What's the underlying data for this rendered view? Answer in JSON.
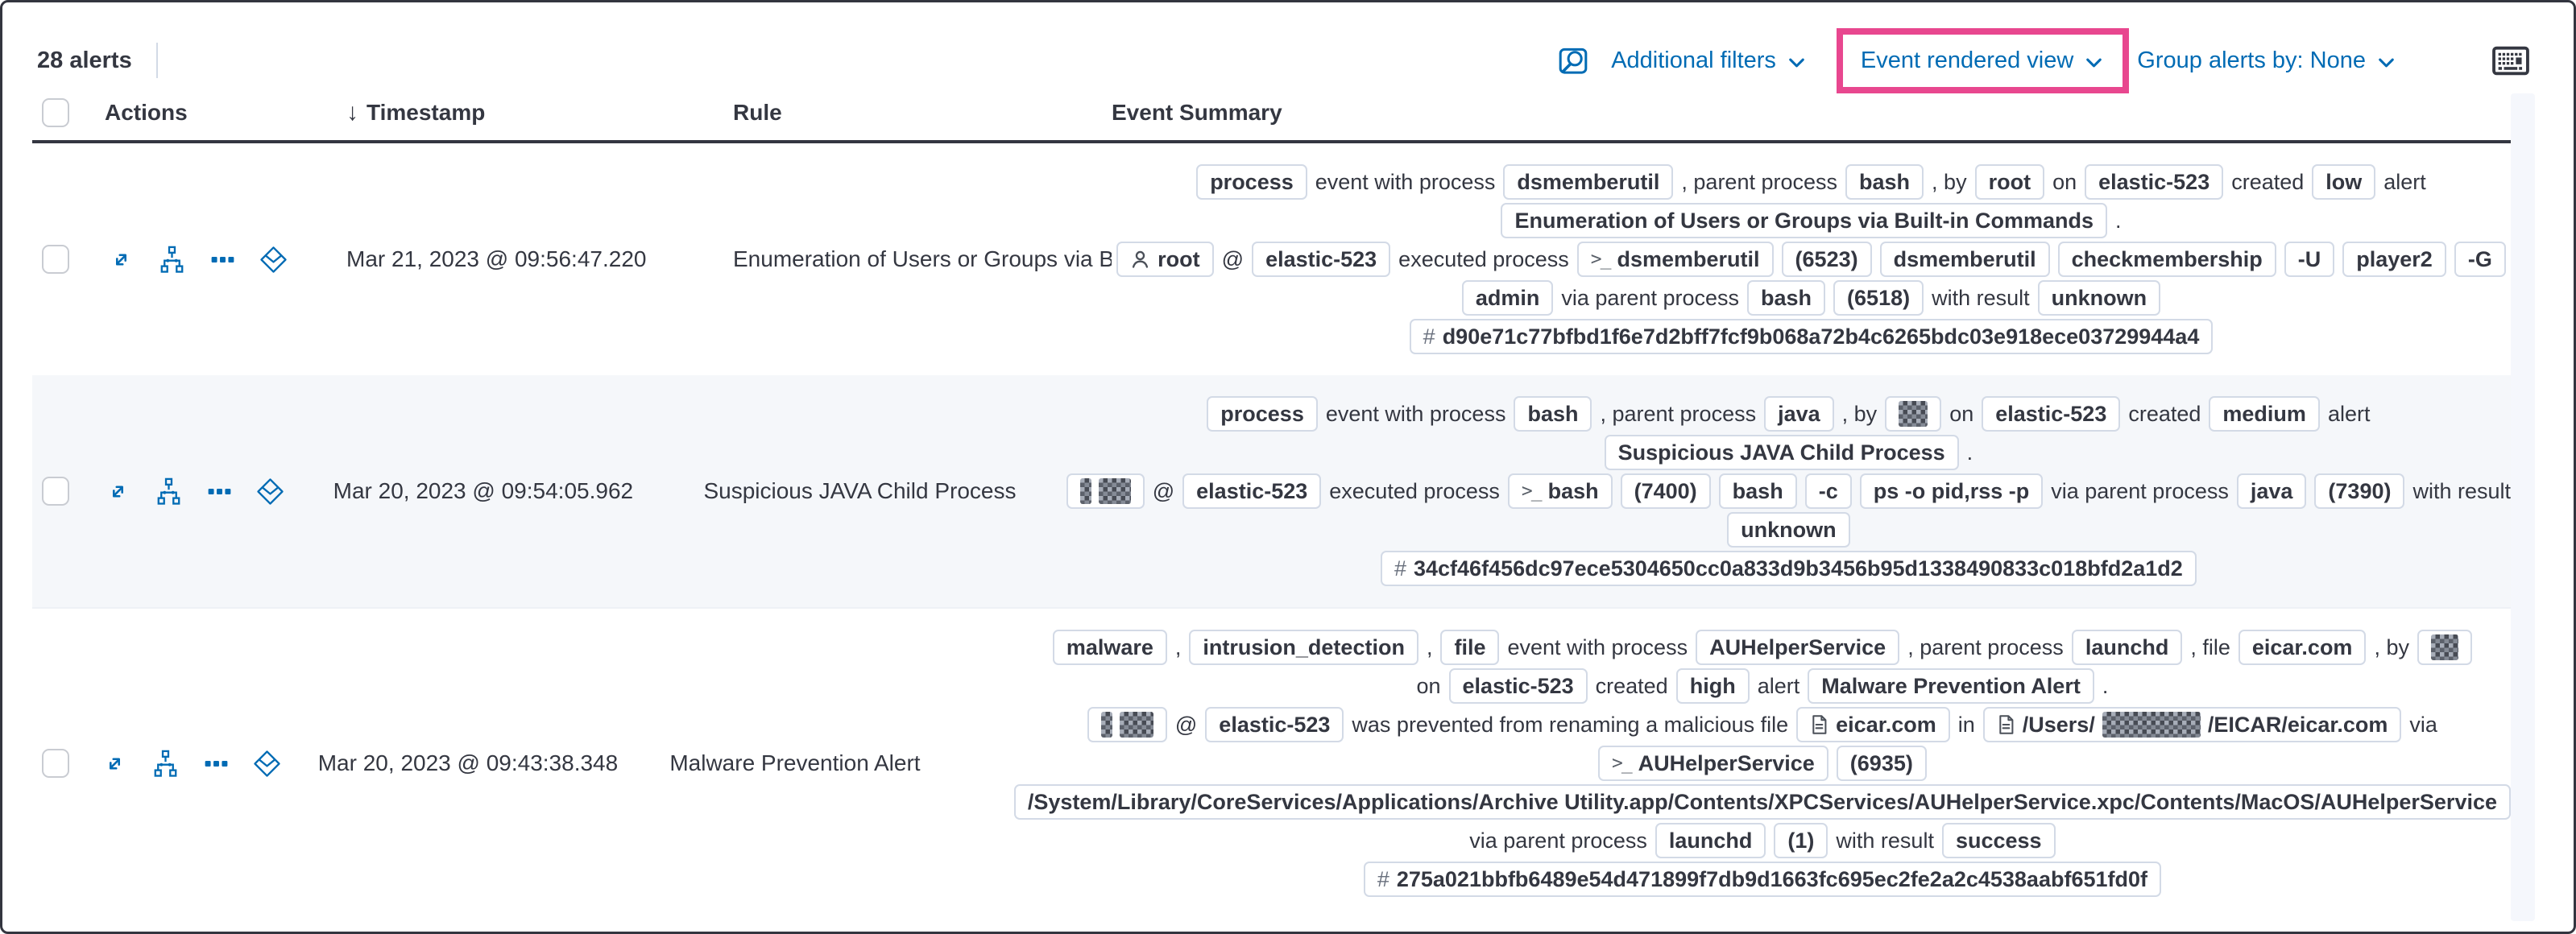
{
  "colors": {
    "accent_blue": "#006bb4",
    "highlight_pink": "#e8478f",
    "badge_border": "#d3dae6",
    "stripe_bg": "#f5f7fa",
    "text": "#343741"
  },
  "toolbar": {
    "alerts_count": "28 alerts",
    "inspect_icon": "inspect-icon",
    "additional_filters_label": "Additional filters",
    "view_selector_label": "Event rendered view",
    "group_by_label": "Group alerts by: None",
    "keyboard_icon": "keyboard-icon"
  },
  "header": {
    "actions_label": "Actions",
    "timestamp_label": "Timestamp",
    "rule_label": "Rule",
    "summary_label": "Event Summary",
    "sort_icon": "sort-down-icon"
  },
  "row_action_icons": [
    "expand-icon",
    "analyze-event-icon",
    "more-actions-icon",
    "session-view-icon"
  ],
  "rows": [
    {
      "timestamp": "Mar 21, 2023 @ 09:56:47.220",
      "rule": "Enumeration of Users or Groups via Bui",
      "striped": false,
      "lines": [
        [
          {
            "k": "b",
            "v": "process"
          },
          {
            "k": "t",
            "v": "event with process"
          },
          {
            "k": "b",
            "v": "dsmemberutil"
          },
          {
            "k": "t",
            "v": ", parent process"
          },
          {
            "k": "b",
            "v": "bash"
          },
          {
            "k": "t",
            "v": ", by"
          },
          {
            "k": "b",
            "v": "root"
          },
          {
            "k": "t",
            "v": "on"
          },
          {
            "k": "b",
            "v": "elastic-523"
          },
          {
            "k": "t",
            "v": "created"
          },
          {
            "k": "b",
            "v": "low"
          },
          {
            "k": "t",
            "v": "alert"
          }
        ],
        [
          {
            "k": "b",
            "v": "Enumeration of Users or Groups via Built-in Commands"
          },
          {
            "k": "t",
            "v": "."
          }
        ],
        [
          {
            "k": "b",
            "icon": "user-icon",
            "v": "root"
          },
          {
            "k": "t",
            "v": "@"
          },
          {
            "k": "b",
            "v": "elastic-523"
          },
          {
            "k": "t",
            "v": "executed process"
          },
          {
            "k": "b",
            "icon": "console-icon",
            "v": "dsmemberutil"
          },
          {
            "k": "b",
            "v": "(6523)"
          },
          {
            "k": "b",
            "v": "dsmemberutil"
          },
          {
            "k": "b",
            "v": "checkmembership"
          },
          {
            "k": "b",
            "v": "-U"
          },
          {
            "k": "b",
            "v": "player2"
          },
          {
            "k": "b",
            "v": "-G"
          }
        ],
        [
          {
            "k": "b",
            "v": "admin"
          },
          {
            "k": "t",
            "v": "via parent process"
          },
          {
            "k": "b",
            "v": "bash"
          },
          {
            "k": "b",
            "v": "(6518)"
          },
          {
            "k": "t",
            "v": "with result"
          },
          {
            "k": "b",
            "v": "unknown"
          }
        ],
        [
          {
            "k": "b",
            "icon": "hash-icon",
            "v": "d90e71c77bfbd1f6e7d2bff7fcf9b068a72b4c6265bdc03e918ece03729944a4"
          }
        ]
      ]
    },
    {
      "timestamp": "Mar 20, 2023 @ 09:54:05.962",
      "rule": "Suspicious JAVA Child Process",
      "striped": true,
      "lines": [
        [
          {
            "k": "b",
            "v": "process"
          },
          {
            "k": "t",
            "v": "event with process"
          },
          {
            "k": "b",
            "v": "bash"
          },
          {
            "k": "t",
            "v": ", parent process"
          },
          {
            "k": "b",
            "v": "java"
          },
          {
            "k": "t",
            "v": ", by"
          },
          {
            "k": "b",
            "red": [
              36
            ]
          },
          {
            "k": "t",
            "v": "on"
          },
          {
            "k": "b",
            "v": "elastic-523"
          },
          {
            "k": "t",
            "v": "created"
          },
          {
            "k": "b",
            "v": "medium"
          },
          {
            "k": "t",
            "v": "alert"
          }
        ],
        [
          {
            "k": "b",
            "v": "Suspicious JAVA Child Process"
          },
          {
            "k": "t",
            "v": "."
          }
        ],
        [
          {
            "k": "b",
            "red": [
              14,
              40
            ]
          },
          {
            "k": "t",
            "v": "@"
          },
          {
            "k": "b",
            "v": "elastic-523"
          },
          {
            "k": "t",
            "v": "executed process"
          },
          {
            "k": "b",
            "icon": "console-icon",
            "v": "bash"
          },
          {
            "k": "b",
            "v": "(7400)"
          },
          {
            "k": "b",
            "v": "bash"
          },
          {
            "k": "b",
            "v": "-c"
          },
          {
            "k": "b",
            "v": "ps -o pid,rss -p"
          },
          {
            "k": "t",
            "v": "via parent process"
          },
          {
            "k": "b",
            "v": "java"
          },
          {
            "k": "b",
            "v": "(7390)"
          },
          {
            "k": "t",
            "v": "with result"
          }
        ],
        [
          {
            "k": "b",
            "v": "unknown"
          }
        ],
        [
          {
            "k": "b",
            "icon": "hash-icon",
            "v": "34cf46f456dc97ece5304650cc0a833d9b3456b95d1338490833c018bfd2a1d2"
          }
        ]
      ]
    },
    {
      "timestamp": "Mar 20, 2023 @ 09:43:38.348",
      "rule": "Malware Prevention Alert",
      "striped": false,
      "lines": [
        [
          {
            "k": "b",
            "v": "malware"
          },
          {
            "k": "t",
            "v": ","
          },
          {
            "k": "b",
            "v": "intrusion_detection"
          },
          {
            "k": "t",
            "v": ","
          },
          {
            "k": "b",
            "v": "file"
          },
          {
            "k": "t",
            "v": "event with process"
          },
          {
            "k": "b",
            "v": "AUHelperService"
          },
          {
            "k": "t",
            "v": ", parent process"
          },
          {
            "k": "b",
            "v": "launchd"
          },
          {
            "k": "t",
            "v": ", file"
          },
          {
            "k": "b",
            "v": "eicar.com"
          },
          {
            "k": "t",
            "v": ", by"
          },
          {
            "k": "b",
            "red": [
              34
            ]
          }
        ],
        [
          {
            "k": "t",
            "v": "on"
          },
          {
            "k": "b",
            "v": "elastic-523"
          },
          {
            "k": "t",
            "v": "created"
          },
          {
            "k": "b",
            "v": "high"
          },
          {
            "k": "t",
            "v": "alert"
          },
          {
            "k": "b",
            "v": "Malware Prevention Alert"
          },
          {
            "k": "t",
            "v": "."
          }
        ],
        [
          {
            "k": "b",
            "red": [
              14,
              42
            ]
          },
          {
            "k": "t",
            "v": "@"
          },
          {
            "k": "b",
            "v": "elastic-523"
          },
          {
            "k": "t",
            "v": "was prevented from renaming a malicious file"
          },
          {
            "k": "b",
            "icon": "document-icon",
            "v": "eicar.com"
          },
          {
            "k": "t",
            "v": "in"
          },
          {
            "k": "b",
            "icon": "document-icon",
            "parts": [
              {
                "v": "/Users/"
              },
              {
                "red": 122
              },
              {
                "v": "/EICAR/eicar.com"
              }
            ]
          },
          {
            "k": "t",
            "v": "via"
          }
        ],
        [
          {
            "k": "b",
            "icon": "console-icon",
            "v": "AUHelperService"
          },
          {
            "k": "b",
            "v": "(6935)"
          }
        ],
        [
          {
            "k": "b",
            "v": "/System/Library/CoreServices/Applications/Archive Utility.app/Contents/XPCServices/AUHelperService.xpc/Contents/MacOS/AUHelperService"
          }
        ],
        [
          {
            "k": "t",
            "v": "via parent process"
          },
          {
            "k": "b",
            "v": "launchd"
          },
          {
            "k": "b",
            "v": "(1)"
          },
          {
            "k": "t",
            "v": "with result"
          },
          {
            "k": "b",
            "v": "success"
          }
        ],
        [
          {
            "k": "b",
            "icon": "hash-icon",
            "v": "275a021bbfb6489e54d471899f7db9d1663fc695ec2fe2a2c4538aabf651fd0f"
          }
        ]
      ]
    }
  ]
}
